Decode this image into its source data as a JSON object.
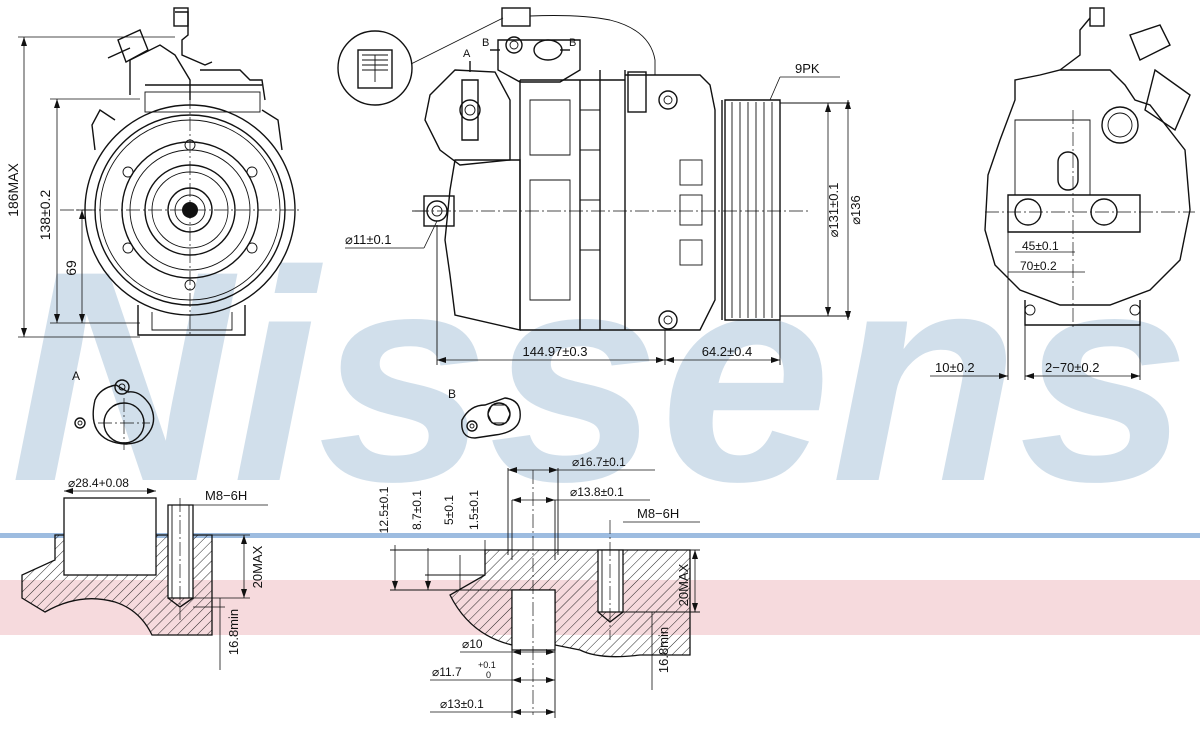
{
  "watermark": {
    "brand_text": "Nissens",
    "brand_color": "#c9d9e8",
    "stripe_blue": "#9dbce0",
    "stripe_pink": "#f3cdd2"
  },
  "views": {
    "front": {
      "height_max": "186MAX",
      "height_center": "138±0.2",
      "offset": "69"
    },
    "side": {
      "detail_a_label": "A",
      "detail_b_label": "B",
      "detail_b_label2": "B",
      "mount_hole": "⌀11±0.1",
      "belt": "9PK",
      "pulley_dia": "⌀131±0.1",
      "pulley_outer": "⌀136",
      "body_length": "144.97±0.3",
      "pulley_offset": "64.2±0.4"
    },
    "rear": {
      "dim_45": "45±0.1",
      "dim_70": "70±0.2",
      "dim_10": "10±0.2",
      "dim_2x70": "2−70±0.2"
    }
  },
  "details": {
    "a": {
      "label": "A"
    },
    "b": {
      "label": "B"
    }
  },
  "sections": {
    "a": {
      "bore": "⌀28.4+0.08",
      "thread": "M8−6H",
      "depth_max": "20MAX",
      "depth_min": "16.8min"
    },
    "b": {
      "d167": "⌀16.7±0.1",
      "d138": "⌀13.8±0.1",
      "thread": "M8−6H",
      "h125": "12.5±0.1",
      "h87": "8.7±0.1",
      "h5": "5±0.1",
      "h15": "1.5±0.1",
      "d10": "⌀10",
      "d117": "⌀11.7",
      "d117_tol_upper": "+0.1",
      "d117_tol_lower": "0",
      "d13": "⌀13±0.1",
      "depth_max": "20MAX",
      "depth_min": "16.8min"
    }
  }
}
